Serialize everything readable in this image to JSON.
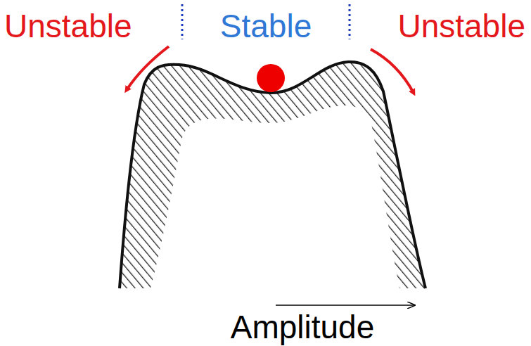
{
  "diagram": {
    "labels": [
      "Unstable",
      "Stable",
      "Unstable",
      "Amplitude"
    ]
  }
}
